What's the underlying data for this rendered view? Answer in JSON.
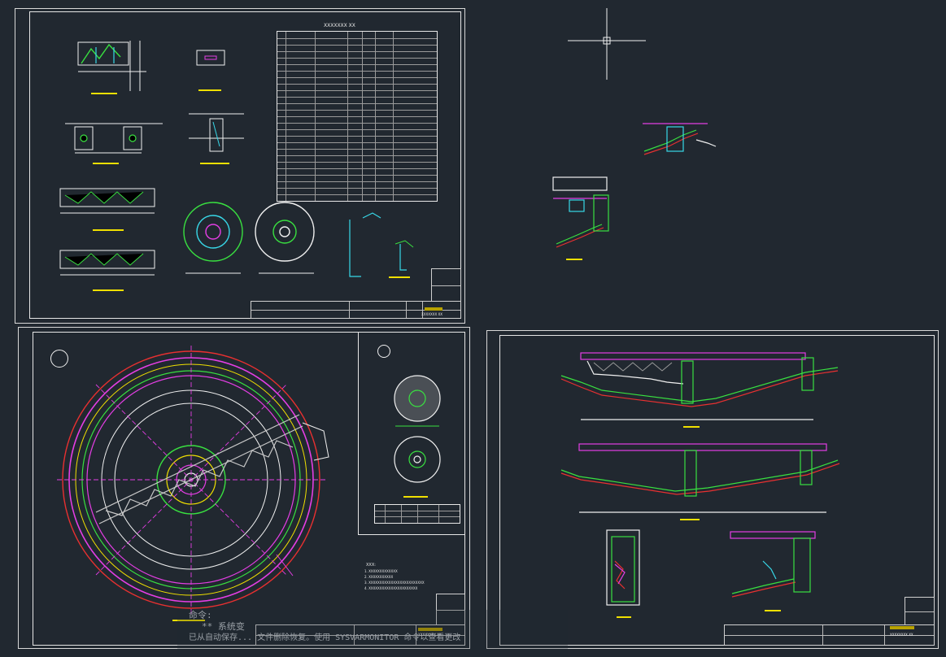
{
  "window": {
    "background": "#212830"
  },
  "sheets": {
    "top_left": {
      "title_block_label": "XXXXXXX  XX"
    },
    "bottom_left": {
      "title_block_label": "XXXXXXXX XX"
    },
    "bottom_right": {
      "title_block_label": "XXXXXXXX XX"
    }
  },
  "table": {
    "caption": "XXXXXXX XX"
  },
  "notes": {
    "heading": "XXX:",
    "lines": [
      "1. XXXXXXXXXXXXX",
      "2. XXXXXXXXXXX",
      "3. XXXXXXXXXXXXXXXXXXXXXXXXX",
      "4. XXXXXXXXXXXXXXXXXXXXXX"
    ]
  },
  "command_line": {
    "lines": [
      "命令:",
      "** 系统变",
      "已从自动保存... 文件删除恢复。使用 SYSVARMONITOR 命令以查看更改"
    ]
  },
  "colors": {
    "magenta": "#e43ee4",
    "green": "#39e040",
    "cyan": "#38d8e8",
    "red": "#e83030",
    "yellow": "#f0e000",
    "white": "#f0f0f0"
  }
}
